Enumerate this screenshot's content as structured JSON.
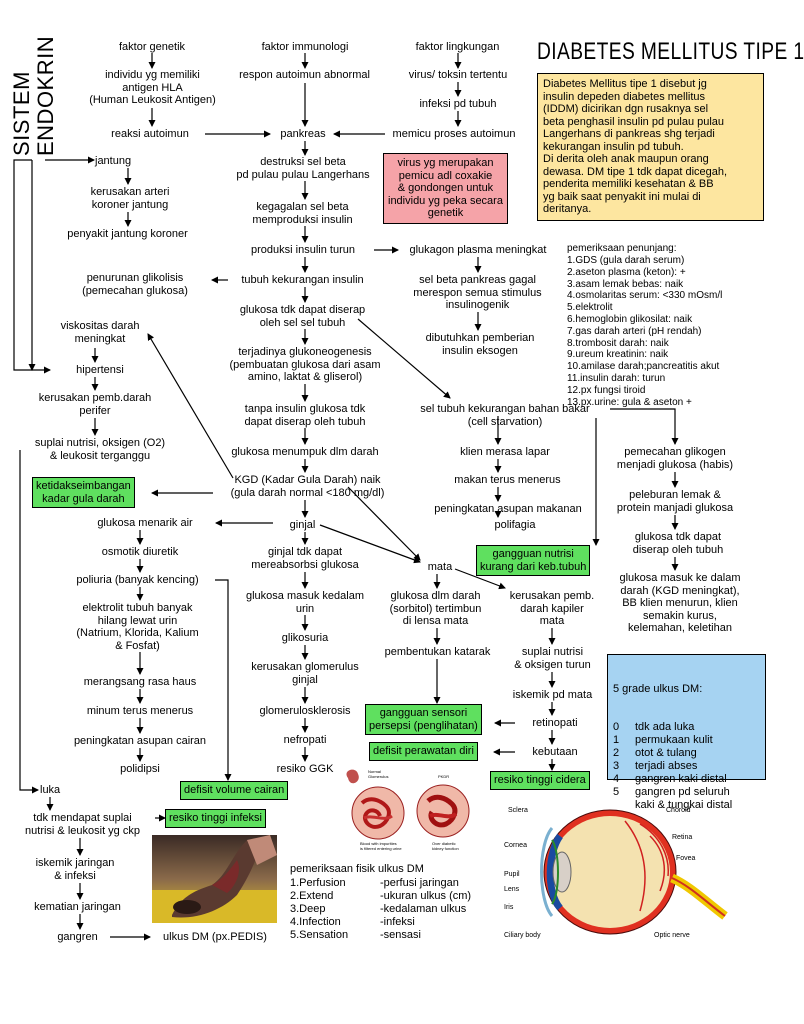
{
  "header": {
    "side_title": "SISTEM\nENDOKRIN",
    "title": "DIABETES MELLITUS TIPE 1"
  },
  "intro_box": "Diabetes Mellitus tipe 1 disebut jg\ninsulin depeden diabetes mellitus\n(IDDM) dicirikan dgn rusaknya sel\nbeta penghasil insulin pd pulau pulau\nLangerhans di pankreas shg terjadi\nkekurangan insulin pd tubuh.\nDi derita oleh anak maupun orang\ndewasa. DM tipe 1 tdk dapat dicegah,\npenderita memiliki kesehatan & BB\nyg baik saat penyakit ini mulai di\nderitanya.",
  "virus_box": "virus yg merupakan\npemicu adl coxakie\n& gondongen untuk\nindividu yg peka secara\ngenetik",
  "nodes": {
    "faktor_genetik": "faktor genetik",
    "faktor_imun": "faktor immunologi",
    "faktor_lingkungan": "faktor lingkungan",
    "individu_hla": "individu yg memiliki\nantigen HLA\n(Human Leukosit Antigen)",
    "respon_autoimun": "respon autoimun abnormal",
    "virus_toksin": "virus/ toksin tertentu",
    "infeksi_tubuh": "infeksi pd tubuh",
    "reaksi_autoimun": "reaksi autoimun",
    "pankreas": "pankreas",
    "memicu_autoimun": "memicu proses autoimun",
    "jantung": "jantung",
    "kerusakan_arteri": "kerusakan arteri\nkoroner jantung",
    "penyakit_jantung": "penyakit jantung koroner",
    "destruksi_beta": "destruksi sel beta\npd pulau pulau Langerhans",
    "kegagalan_beta": "kegagalan sel beta\nmemproduksi insulin",
    "produksi_insulin_turun": "produksi insulin turun",
    "glukagon_meningkat": "glukagon plasma meningkat",
    "penurunan_glikolisis": "penurunan glikolisis\n(pemecahan glukosa)",
    "tubuh_kurang_insulin": "tubuh kekurangan insulin",
    "sel_beta_gagal": "sel beta pankreas gagal\nmerespon semua stimulus\ninsulinogenik",
    "glukosa_tdk_diserap": "glukosa tdk dapat diserap\noleh sel sel tubuh",
    "viskositas": "viskositas darah\nmeningkat",
    "dibutuhkan_insulin": "dibutuhkan pemberian\ninsulin eksogen",
    "glukoneogenesis": "terjadinya glukoneogenesis\n(pembuatan glukosa dari asam\namino, laktat & gliserol)",
    "hipertensi": "hipertensi",
    "kerusakan_perifer": "kerusakan pemb.darah\nperifer",
    "tanpa_insulin": "tanpa insulin glukosa tdk\ndapat diserap oleh tubuh",
    "sel_kurang_bahan_bakar": "sel tubuh kekurangan bahan bakar\n(cell starvation)",
    "suplai_nutrisi_o2": "suplai nutrisi, oksigen (O2)\n& leukosit terganggu",
    "glukosa_menumpuk": "glukosa menumpuk dlm darah",
    "klien_lapar": "klien merasa lapar",
    "pemecahan_glikogen": "pemecahan glikogen\nmenjadi glukosa (habis)",
    "makan_terus": "makan terus menerus",
    "kgd_naik": "KGD (Kadar Gula Darah) naik\n(gula darah normal <180 mg/dl)",
    "peleburan_lemak": "peleburan lemak &\nprotein manjadi glukosa",
    "peningkatan_asupan_makanan": "peningkatan asupan makanan",
    "glukosa_menarik_air": "glukosa menarik air",
    "ginjal": "ginjal",
    "polifagia": "polifagia",
    "glukosa_tdk_diserap2": "glukosa tdk dapat\ndiserap oleh tubuh",
    "osmotik_diuretik": "osmotik diuretik",
    "ginjal_tdk_absorbsi": "ginjal tdk dapat\nmereabsorbsi glukosa",
    "mata": "mata",
    "poliuria": "poliuria (banyak kencing)",
    "glukosa_masuk_darah": "glukosa masuk ke dalam\ndarah (KGD meningkat),\nBB klien menurun, klien\nsemakin kurus,\nkelemahan, keletihan",
    "glukosa_masuk_urin": "glukosa masuk kedalam\nurin",
    "sorbitol": "glukosa dlm darah\n(sorbitol) tertimbun\ndi lensa mata",
    "kerusakan_kapiler": "kerusakan pemb.\ndarah kapiler\nmata",
    "elektrolit": "elektrolit tubuh banyak\nhilang lewat urin\n(Natrium, Klorida, Kalium\n& Fosfat)",
    "glikosuria": "glikosuria",
    "katarak": "pembentukan katarak",
    "suplai_o2_turun": "suplai nutrisi\n& oksigen turun",
    "haus": "merangsang rasa haus",
    "kerusakan_glomerulus": "kerusakan glomerulus\nginjal",
    "iskemik_mata": "iskemik pd mata",
    "minum": "minum terus menerus",
    "glomerulosklerosis": "glomerulosklerosis",
    "retinopati": "retinopati",
    "peningkatan_asupan_cairan": "peningkatan asupan cairan",
    "nefropati": "nefropati",
    "kebutaan": "kebutaan",
    "polidipsi": "polidipsi",
    "resiko_ggk": "resiko GGK",
    "luka": "luka",
    "tdk_suplai": "tdk mendapat suplai\nnutrisi & leukosit yg ckp",
    "iskemik_jaringan": "iskemik jaringan\n& infeksi",
    "kematian_jaringan": "kematian jaringan",
    "gangren": "gangren",
    "ulkus_dm": "ulkus DM (px.PEDIS)"
  },
  "diagnoses": {
    "ketidakseimbangan": "ketidakseimbangan\nkadar gula darah",
    "gangguan_nutrisi": "gangguan nutrisi\nkurang dari keb.tubuh",
    "gangguan_sensori": "gangguan sensori\npersepsi (penglihatan)",
    "defisit_perawatan": "defisit perawatan diri",
    "resiko_cidera": "resiko tinggi cidera",
    "defisit_volume": "defisit volume cairan",
    "resiko_infeksi": "resiko tinggi infeksi"
  },
  "penunjang": {
    "title": "pemeriksaan penunjang:",
    "items": [
      "1.GDS (gula darah serum)",
      "2.aseton plasma (keton): +",
      "3.asam lemak bebas: naik",
      "4.osmolaritas serum: <330 mOsm/l",
      "5.elektrolit",
      "6.hemoglobin glikosilat: naik",
      "7.gas darah arteri (pH rendah)",
      "8.trombosit darah: naik",
      "9.ureum kreatinin: naik",
      "10.amilase darah;pancreatitis akut",
      "11.insulin darah: turun",
      "12.px fungsi tiroid",
      "13.px.urine: gula & aseton +"
    ]
  },
  "grades": {
    "title": "5 grade ulkus DM:",
    "items": [
      {
        "n": "0",
        "t": "tdk ada luka"
      },
      {
        "n": "1",
        "t": "permukaan kulit"
      },
      {
        "n": "2",
        "t": "otot & tulang"
      },
      {
        "n": "3",
        "t": "terjadi abses"
      },
      {
        "n": "4",
        "t": "gangren kaki distal"
      },
      {
        "n": "5",
        "t": "gangren pd seluruh\nkaki & tungkai distal"
      }
    ]
  },
  "fisik": {
    "title": "pemeriksaan fisik ulkus DM",
    "items": [
      {
        "a": "1.Perfusion",
        "b": "-perfusi jaringan"
      },
      {
        "a": "2.Extend",
        "b": "-ukuran ulkus (cm)"
      },
      {
        "a": "3.Deep",
        "b": "-kedalaman ulkus"
      },
      {
        "a": "4.Infection",
        "b": "-infeksi"
      },
      {
        "a": "5.Sensation",
        "b": "-sensasi"
      }
    ]
  },
  "kidney_labels": {
    "normal": "Normal\nGlomerulus",
    "pkdr": "PKDR",
    "cap1": "Blood with impurities\nis filtered entering urine",
    "cap2": "Over diabetic\nkidney function"
  },
  "eye_labels": {
    "sclera": "Sclera",
    "cornea": "Cornea",
    "pupil": "Pupil",
    "lens": "Lens",
    "iris": "Iris",
    "ciliary": "Ciliary body",
    "choroid": "Choroid",
    "retina": "Retina",
    "fovea": "Fovea",
    "optic": "Optic nerve"
  },
  "colors": {
    "green": "#5fe05f",
    "intro": "#fde6a0",
    "pink": "#f5a3a8",
    "blue": "#a6d3f2"
  }
}
